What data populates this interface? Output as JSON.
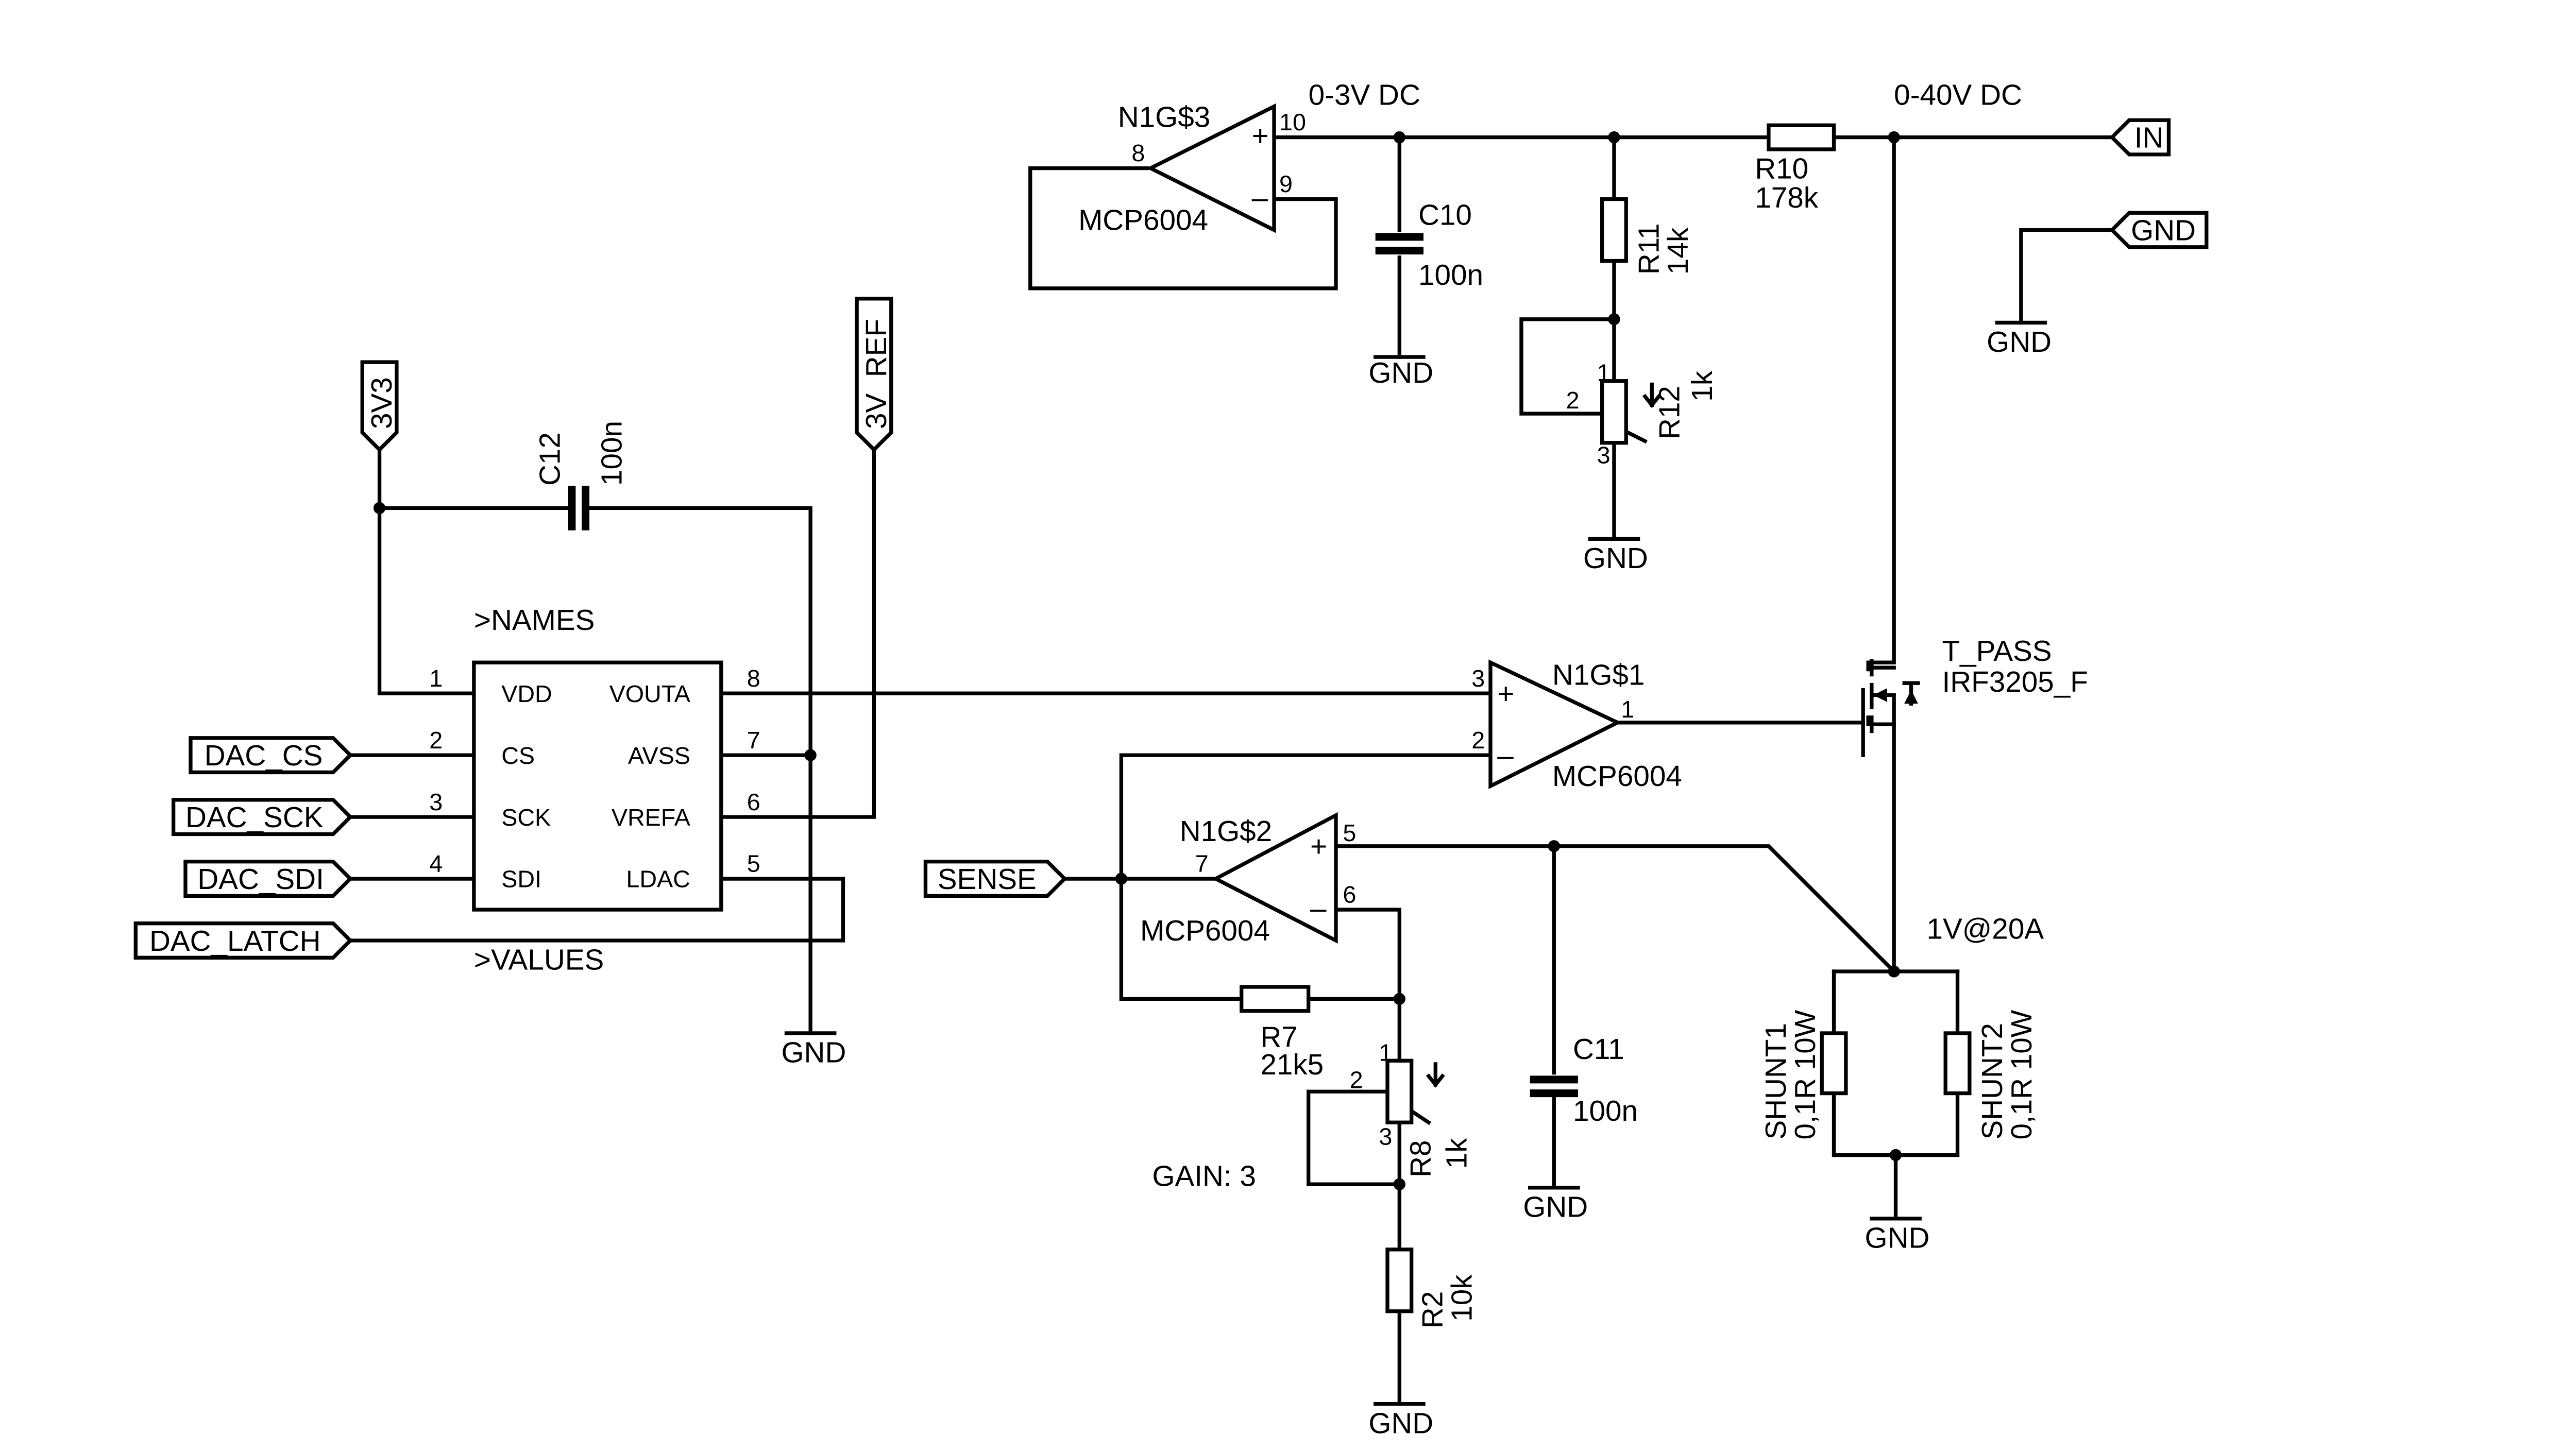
{
  "labels": {
    "n1g3": "N1G$3",
    "n1g1": "N1G$1",
    "n1g2": "N1G$2",
    "mcp_u3": "MCP6004",
    "mcp_u1": "MCP6004",
    "mcp_u2": "MCP6004",
    "v03": "0-3V DC",
    "v040": "0-40V DC",
    "c10_ref": "C10",
    "c10_val": "100n",
    "c11_ref": "C11",
    "c11_val": "100n",
    "c12_ref": "C12",
    "c12_val": "100n",
    "r10_ref": "R10",
    "r10_val": "178k",
    "r11_ref": "R11",
    "r11_val": "14k",
    "r12_ref": "R12",
    "r12_val": "1k",
    "r7_ref": "R7",
    "r7_val": "21k5",
    "r8_ref": "R8",
    "r8_val": "1k",
    "r2_ref": "R2",
    "r2_val": "10k",
    "shunt1_ref": "SHUNT1",
    "shunt1_val": "0,1R 10W",
    "shunt2_ref": "SHUNT2",
    "shunt2_val": "0,1R 10W",
    "t_pass_ref": "T_PASS",
    "t_pass_val": "IRF3205_F",
    "i_label": "1V@20A",
    "gain": "GAIN: 3",
    "names": ">NAMES",
    "values": ">VALUES",
    "gnd": "GND",
    "dac_pins_left": [
      "VDD",
      "CS",
      "SCK",
      "SDI"
    ],
    "dac_pins_right": [
      "VOUTA",
      "AVSS",
      "VREFA",
      "LDAC"
    ],
    "dac_nums_left": [
      "1",
      "2",
      "3",
      "4"
    ],
    "dac_nums_right": [
      "8",
      "7",
      "6",
      "5"
    ]
  },
  "ports": {
    "in": "IN",
    "gnd": "GND",
    "dac_cs": "DAC_CS",
    "dac_sck": "DAC_SCK",
    "dac_sdi": "DAC_SDI",
    "dac_latch": "DAC_LATCH",
    "sense": "SENSE",
    "v3v3": "3V3",
    "v3v_ref": "3V_REF"
  },
  "pins": {
    "u3_plus": "+",
    "u3_minus": "–",
    "u3_p10": "10",
    "u3_p9": "9",
    "u3_p8": "8",
    "u1_plus": "+",
    "u1_minus": "–",
    "u1_p3": "3",
    "u1_p2": "2",
    "u1_p1": "1",
    "u2_plus": "+",
    "u2_minus": "–",
    "u2_p5": "5",
    "u2_p6": "6",
    "u2_p7": "7",
    "r12_1": "1",
    "r12_2": "2",
    "r12_3": "3",
    "r8_1": "1",
    "r8_2": "2",
    "r8_3": "3"
  }
}
